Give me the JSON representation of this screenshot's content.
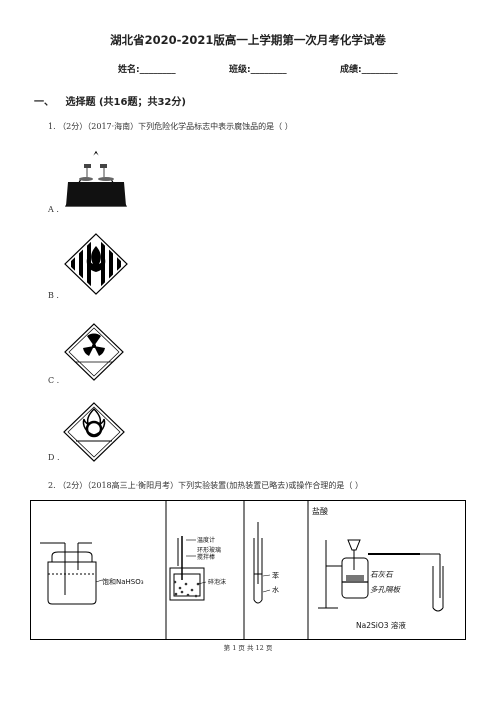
{
  "title": "湖北省2020-2021版高一上学期第一次月考化学试卷",
  "fields": [
    {
      "label": "姓名:________"
    },
    {
      "label": "班级:________"
    },
    {
      "label": "成绩:________"
    }
  ],
  "section": {
    "number": "一、",
    "heading": "选择题 (共16题；共32分)"
  },
  "q1": {
    "text": "1.  （2分）（2017·海南）下列危险化学品标志中表示腐蚀品的是（      ）",
    "options": [
      "A .",
      "B .",
      "C .",
      "D ."
    ]
  },
  "q2": {
    "text": "2.  （2分）（2018高三上·衡阳月考）下列实验装置(加热装置已略去)或操作合理的是（      ）",
    "fig1_label": "饱和NaHSO₃",
    "fig2_labels": [
      "温度计",
      "环形玻璃",
      "搅拌棒",
      "碎泡沫"
    ],
    "fig3_labels": [
      "苯",
      "水"
    ],
    "fig4_top": "盐酸",
    "fig4_labels": [
      "石灰石",
      "多孔隔板"
    ],
    "fig4_bottom": "Na2SiO3 溶液"
  },
  "footer": "第 1 页 共 12 页"
}
